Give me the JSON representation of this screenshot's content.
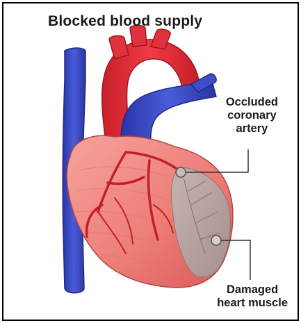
{
  "title": "Blocked blood supply",
  "labels": {
    "occluded_artery": [
      "Occluded",
      "coronary",
      "artery"
    ],
    "damaged_muscle": [
      "Damaged",
      "heart muscle"
    ]
  },
  "colors": {
    "border": "#000000",
    "heart_red": "#e8353f",
    "muscle_pink": "#f08a86",
    "vein_blue": "#3a49c4",
    "damaged_grey": "#b7a5a3",
    "leader_line": "#333333"
  }
}
